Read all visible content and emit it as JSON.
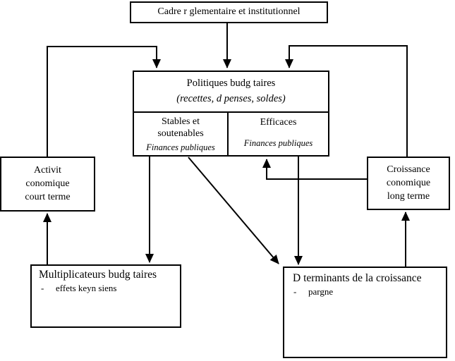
{
  "colors": {
    "ink": "#000000",
    "paper": "#ffffff"
  },
  "boxes": {
    "cadre": {
      "label": "Cadre r glementaire et institutionnel"
    },
    "politiques": {
      "title": "Politiques budg taires",
      "subtitle": "(recettes, d penses, soldes)",
      "stables": {
        "line1": "Stables et",
        "line2": "soutenables",
        "caption": "Finances publiques"
      },
      "efficaces": {
        "title": "Efficaces",
        "caption": "Finances publiques"
      }
    },
    "activite": {
      "lines": [
        "Activit",
        "conomique",
        "court terme"
      ]
    },
    "croissance": {
      "lines": [
        "Croissance",
        "conomique",
        "long terme"
      ]
    },
    "multiplicateurs": {
      "title": "Multiplicateurs budg taires",
      "bullet_dash": "-",
      "bullet_text": "effets keyn siens"
    },
    "determinants": {
      "title": "D terminants de la croissance",
      "bullet_dash": "-",
      "bullet_text": "pargne"
    }
  }
}
